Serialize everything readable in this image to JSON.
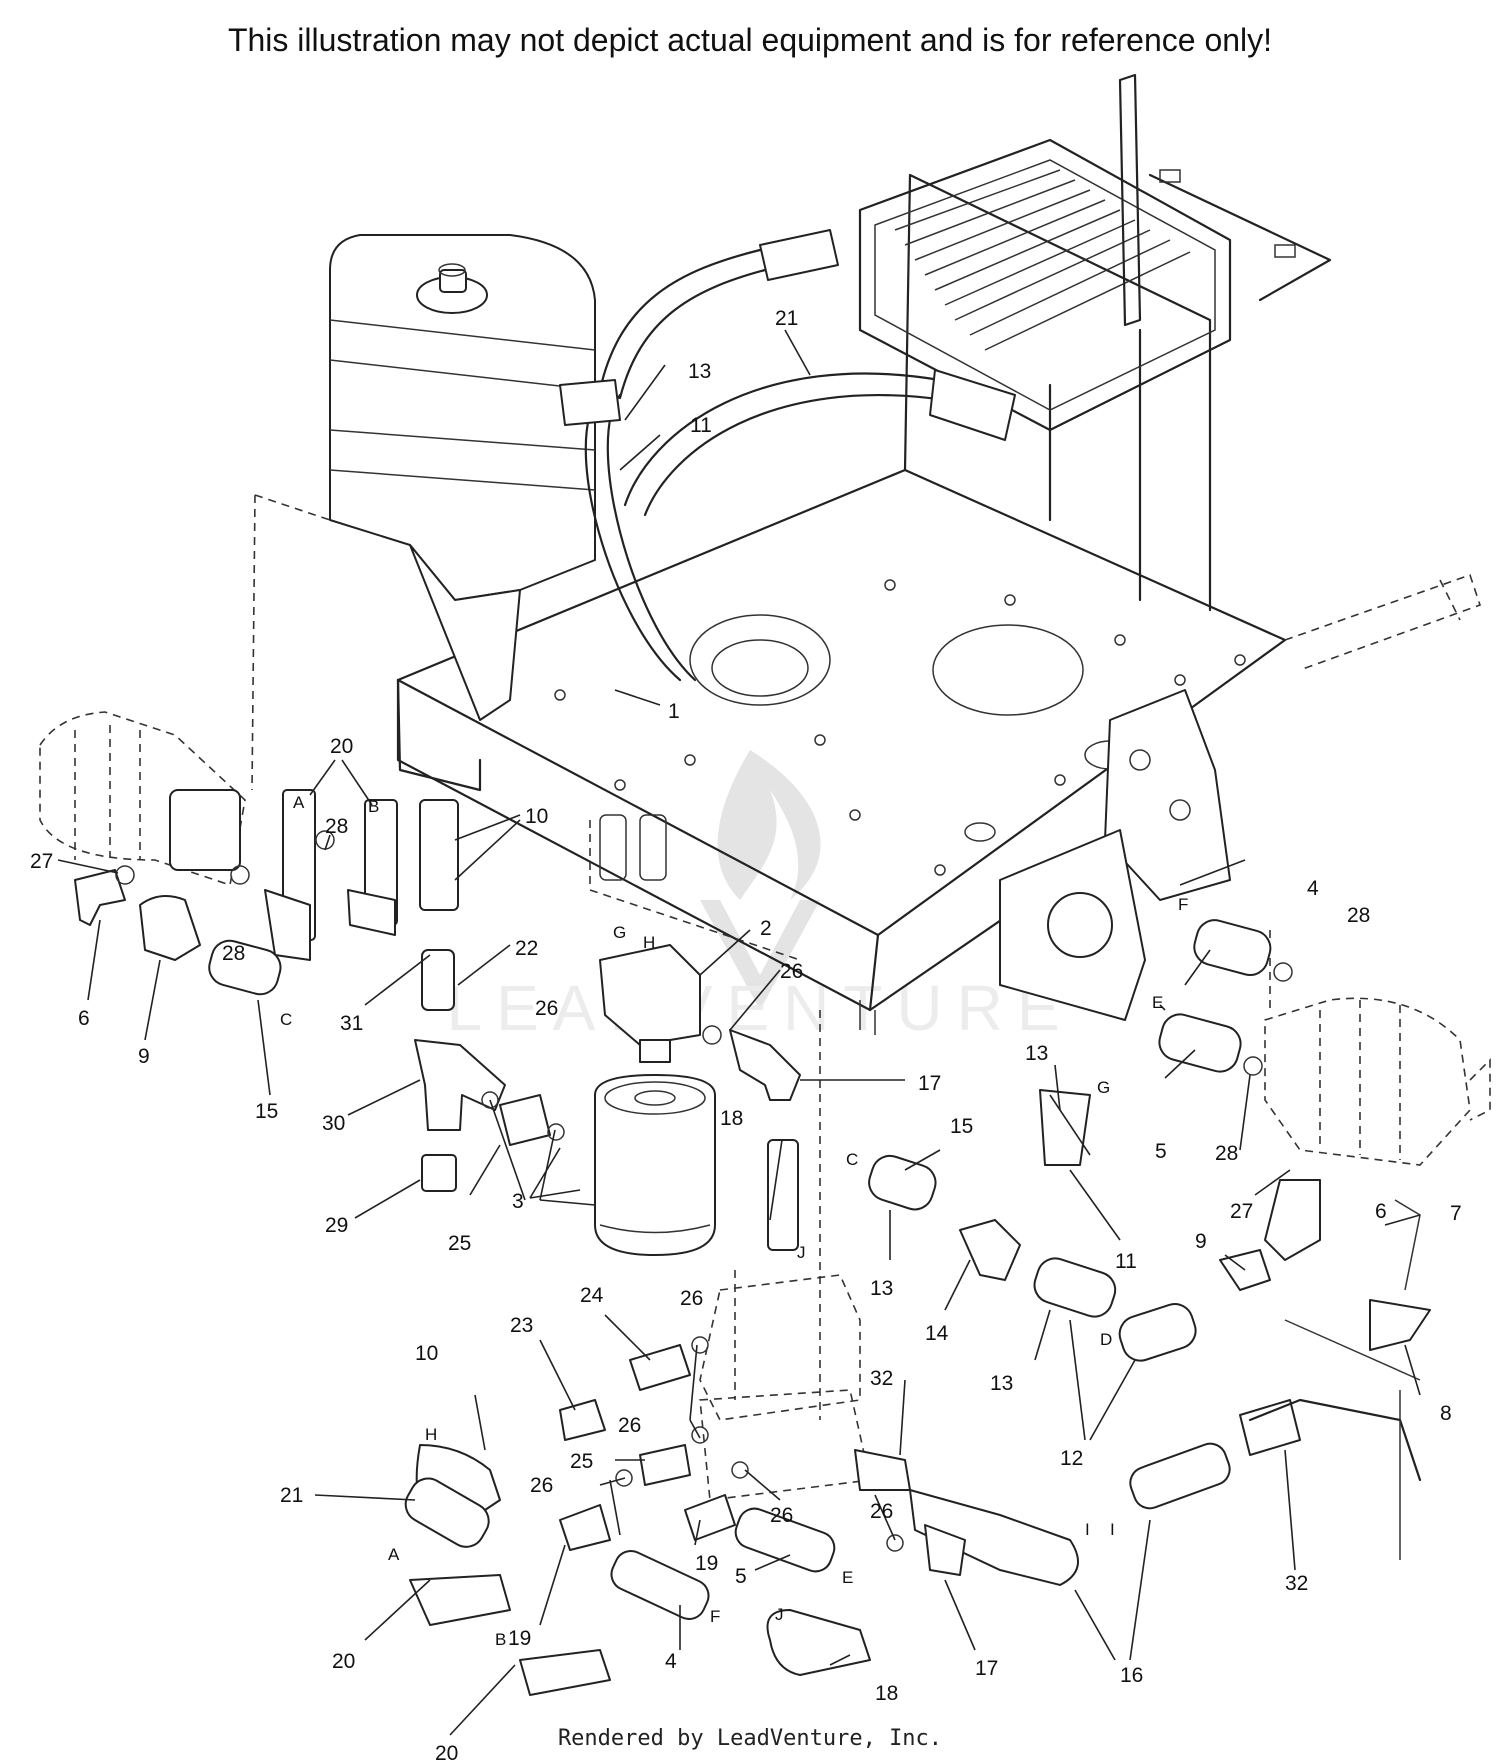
{
  "header": {
    "disclaimer": "This illustration may not depict actual equipment and is for reference only!"
  },
  "footer": {
    "credit": "Rendered by LeadVenture, Inc."
  },
  "watermark": {
    "text": "LEADVENTURE"
  },
  "callouts": [
    "21",
    "13",
    "11",
    "1",
    "20",
    "10",
    "28",
    "27",
    "6",
    "9",
    "15",
    "31",
    "22",
    "2",
    "26",
    "17",
    "30",
    "29",
    "25",
    "3",
    "18",
    "4",
    "5",
    "14",
    "12",
    "7",
    "8",
    "24",
    "23",
    "16",
    "32",
    "19"
  ],
  "letters": [
    "A",
    "B",
    "C",
    "D",
    "E",
    "F",
    "G",
    "H",
    "I",
    "J"
  ]
}
